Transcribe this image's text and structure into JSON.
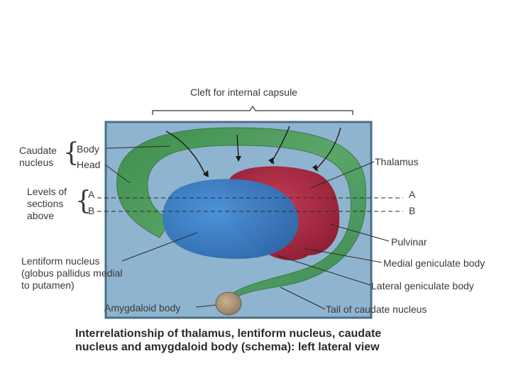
{
  "title_top": "Cleft for internal capsule",
  "caudate": {
    "group": [
      "Caudate",
      "nucleus"
    ],
    "body": "Body",
    "head": "Head"
  },
  "levels": {
    "group": [
      "Levels of",
      "sections",
      "above"
    ],
    "a": "A",
    "b": "B",
    "a_right": "A",
    "b_right": "B"
  },
  "lentiform": [
    "Lentiform nucleus",
    "(globus pallidus medial",
    "to putamen)"
  ],
  "amygdaloid": "Amygdaloid body",
  "right_labels": {
    "thalamus": "Thalamus",
    "pulvinar": "Pulvinar",
    "medial_geniculate": "Medial geniculate body",
    "lateral_geniculate": "Lateral geniculate body",
    "tail": "Tail of caudate nucleus"
  },
  "caption": [
    "Interrelationship of thalamus, lentiform nucleus, caudate",
    "nucleus and amygdaloid body (schema): left lateral view"
  ],
  "colors": {
    "background_panel": "#8fb4cf",
    "caudate_green": "#4f9a5a",
    "thalamus_red": "#b0283e",
    "lentiform_blue": "#3a7ec2",
    "amygdala": "#b59a7a"
  }
}
